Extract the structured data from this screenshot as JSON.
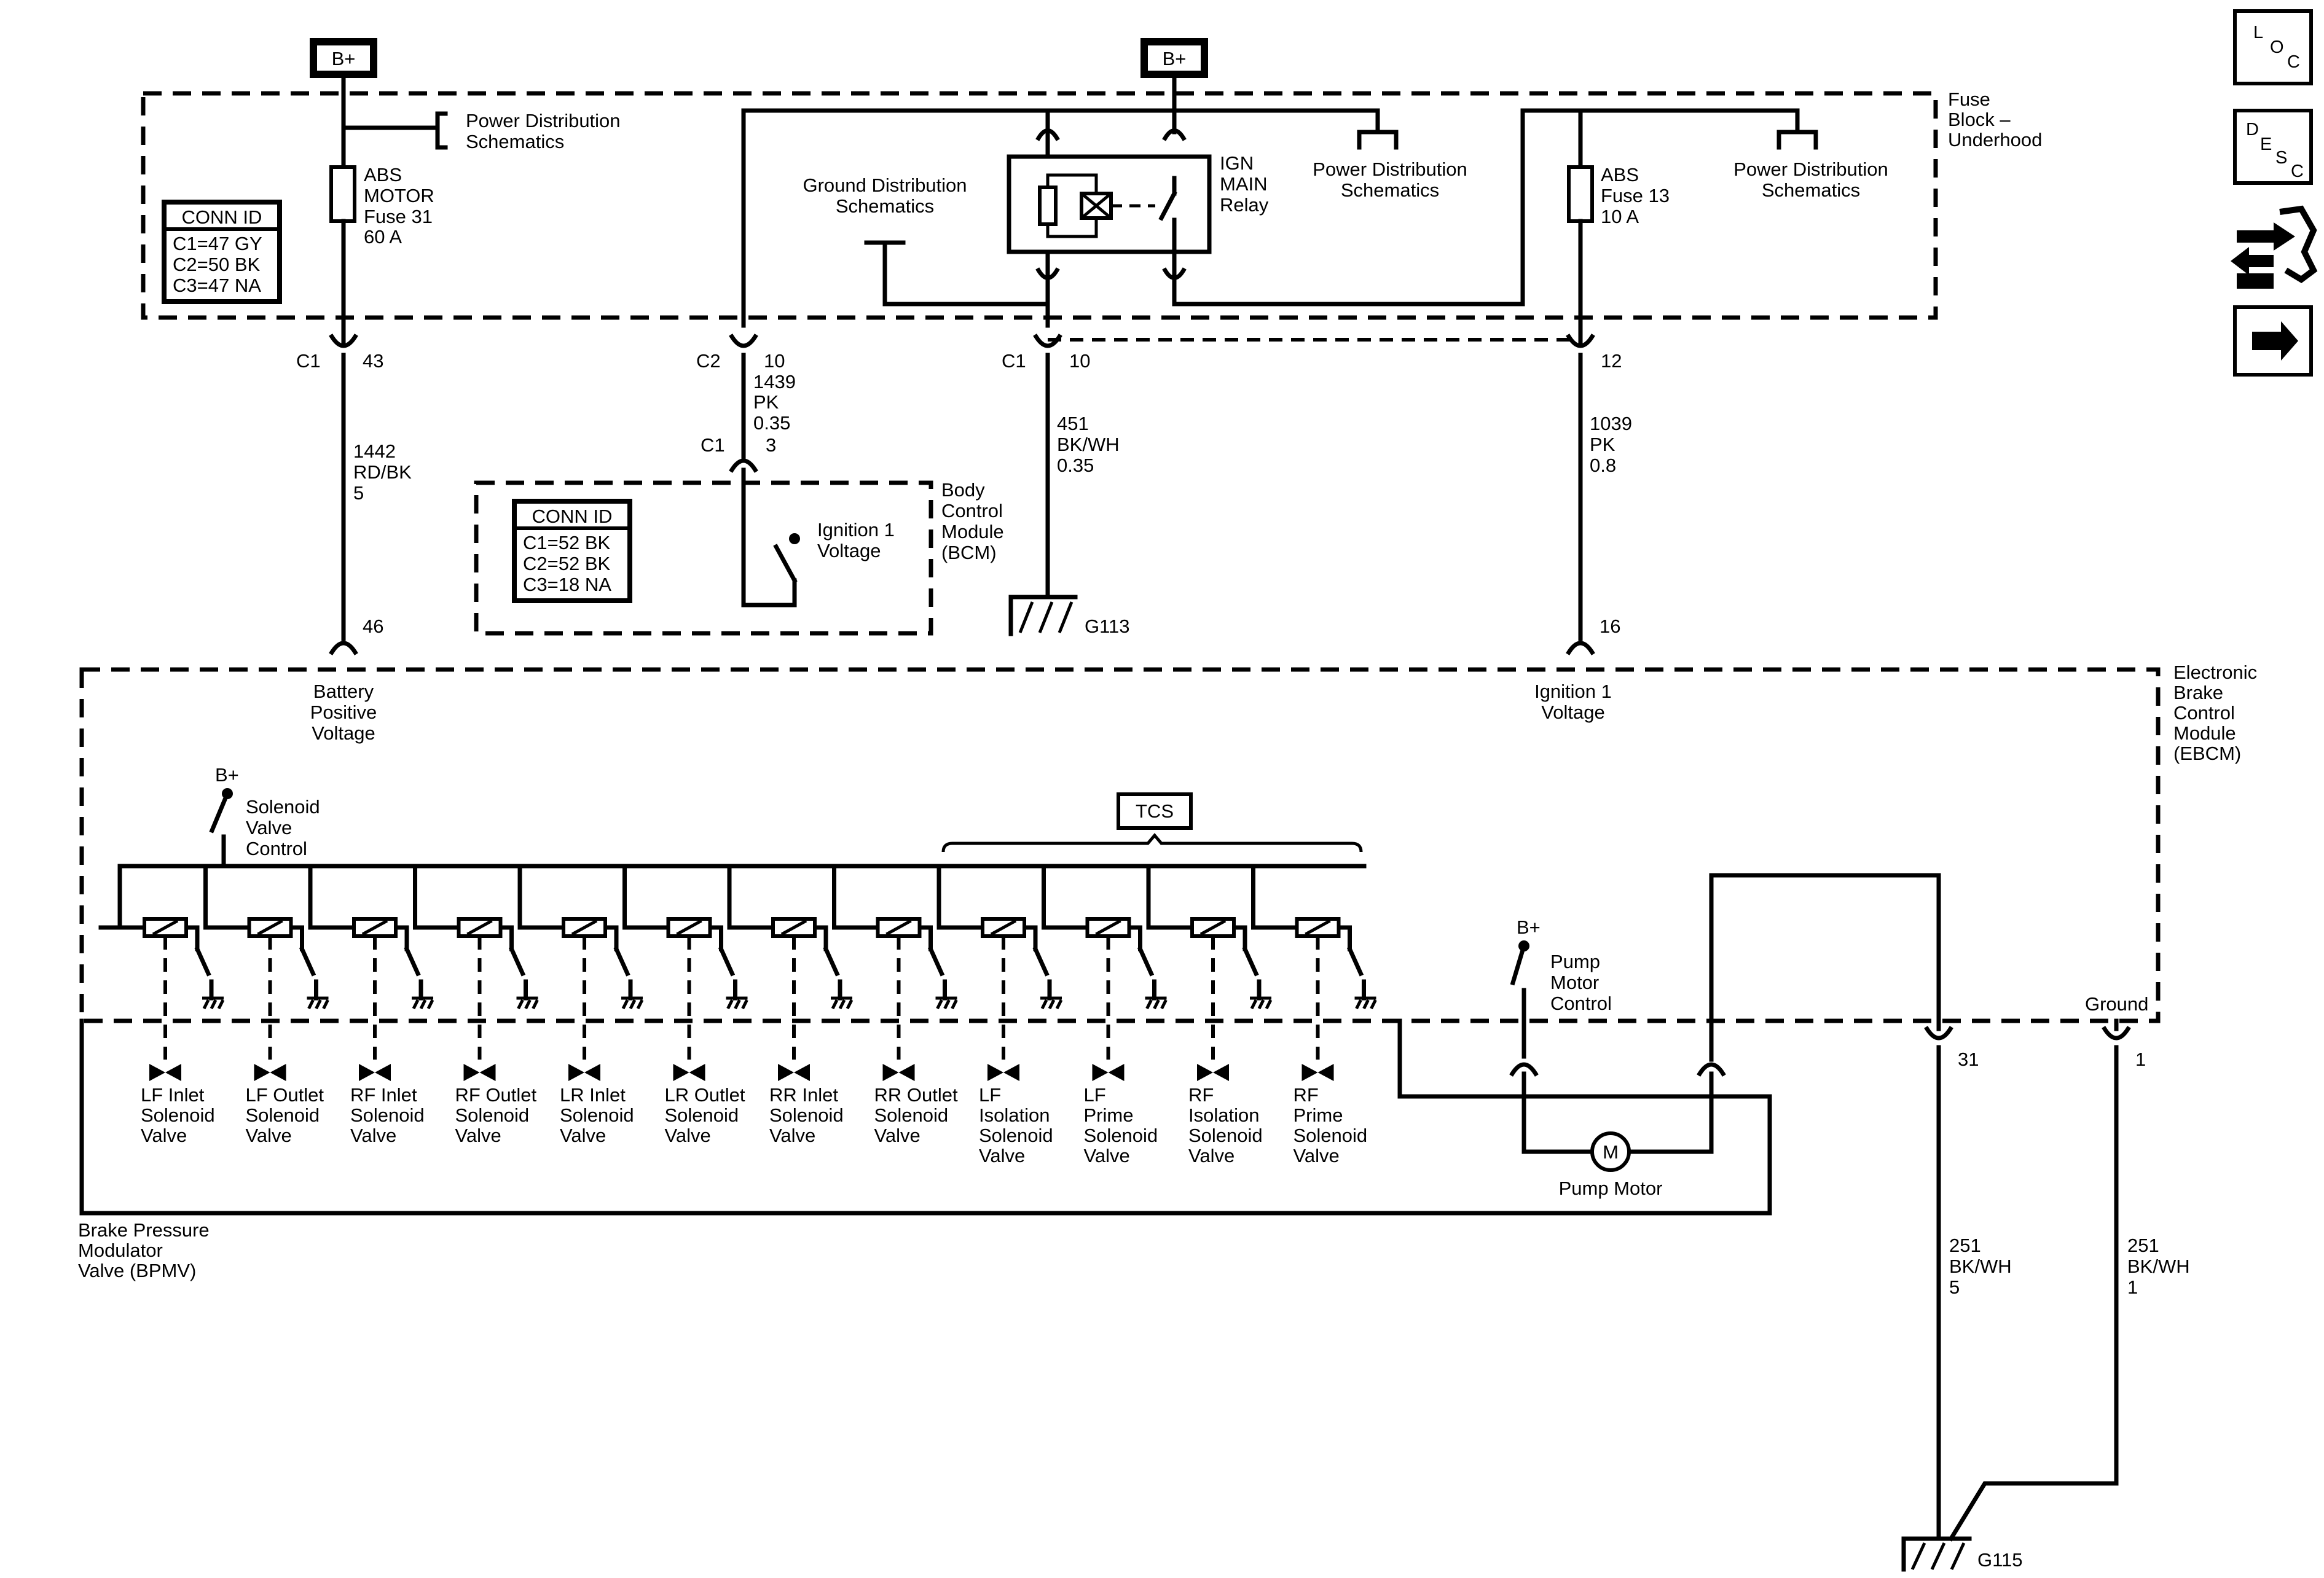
{
  "b_plus": "B+",
  "fuse_block": {
    "title_lines": [
      "Fuse",
      "Block –",
      "Underhood"
    ]
  },
  "power_distribution": {
    "lines": [
      "Power Distribution",
      "Schematics"
    ]
  },
  "ground_distribution": {
    "lines": [
      "Ground Distribution",
      "Schematics"
    ]
  },
  "abs_motor_fuse": {
    "lines": [
      "ABS",
      "MOTOR",
      "Fuse 31",
      "60 A"
    ]
  },
  "abs_fuse_13": {
    "lines": [
      "ABS",
      "Fuse 13",
      "10 A"
    ]
  },
  "ign_main_relay": {
    "lines": [
      "IGN",
      "MAIN",
      "Relay"
    ]
  },
  "conn_id_fuse_block": {
    "title": "CONN ID",
    "rows": [
      "C1=47 GY",
      "C2=50 BK",
      "C3=47 NA"
    ]
  },
  "conn_id_bcm": {
    "title": "CONN ID",
    "rows": [
      "C1=52 BK",
      "C2=52 BK",
      "C3=18 NA"
    ]
  },
  "bcm": {
    "title_lines": [
      "Body",
      "Control",
      "Module",
      "(BCM)"
    ],
    "ignition_lines": [
      "Ignition 1",
      "Voltage"
    ]
  },
  "connectors": {
    "c1": "C1",
    "c2": "C2",
    "p43": "43",
    "p10a": "10",
    "p10b": "10",
    "p12": "12",
    "p3": "3",
    "p46": "46",
    "p16": "16",
    "p31": "31",
    "p1": "1"
  },
  "wires": {
    "w1442": [
      "1442",
      "RD/BK",
      "5"
    ],
    "w1439": [
      "1439",
      "PK",
      "0.35"
    ],
    "w451": [
      "451",
      "BK/WH",
      "0.35"
    ],
    "w1039": [
      "1039",
      "PK",
      "0.8"
    ],
    "w251a": [
      "251",
      "BK/WH",
      "5"
    ],
    "w251b": [
      "251",
      "BK/WH",
      "1"
    ]
  },
  "grounds": {
    "g113": "G113",
    "g115": "G115"
  },
  "ebcm": {
    "title_lines": [
      "Electronic",
      "Brake",
      "Control",
      "Module",
      "(EBCM)"
    ],
    "battery_lines": [
      "Battery",
      "Positive",
      "Voltage"
    ],
    "ignition_lines": [
      "Ignition 1",
      "Voltage"
    ],
    "solenoid_control_lines": [
      "Solenoid",
      "Valve",
      "Control"
    ],
    "pump_control_lines": [
      "Pump",
      "Motor",
      "Control"
    ],
    "ground_label": "Ground",
    "tcs": "TCS"
  },
  "valves": [
    {
      "lines": [
        "LF Inlet",
        "Solenoid",
        "Valve"
      ]
    },
    {
      "lines": [
        "LF Outlet",
        "Solenoid",
        "Valve"
      ]
    },
    {
      "lines": [
        "RF Inlet",
        "Solenoid",
        "Valve"
      ]
    },
    {
      "lines": [
        "RF Outlet",
        "Solenoid",
        "Valve"
      ]
    },
    {
      "lines": [
        "LR Inlet",
        "Solenoid",
        "Valve"
      ]
    },
    {
      "lines": [
        "LR Outlet",
        "Solenoid",
        "Valve"
      ]
    },
    {
      "lines": [
        "RR Inlet",
        "Solenoid",
        "Valve"
      ]
    },
    {
      "lines": [
        "RR Outlet",
        "Solenoid",
        "Valve"
      ]
    },
    {
      "lines": [
        "LF",
        "Isolation",
        "Solenoid",
        "Valve"
      ]
    },
    {
      "lines": [
        "LF",
        "Prime",
        "Solenoid",
        "Valve"
      ]
    },
    {
      "lines": [
        "RF",
        "Isolation",
        "Solenoid",
        "Valve"
      ]
    },
    {
      "lines": [
        "RF",
        "Prime",
        "Solenoid",
        "Valve"
      ]
    }
  ],
  "pump_motor": {
    "symbol": "M",
    "label": "Pump Motor"
  },
  "bpmv": {
    "title_lines": [
      "Brake Pressure",
      "Modulator",
      "Valve (BPMV)"
    ]
  },
  "nav_icons": [
    {
      "name": "loc-icon",
      "letters": [
        "L",
        "O",
        "C"
      ]
    },
    {
      "name": "desc-icon",
      "letters": [
        "D",
        "E",
        "S",
        "C"
      ]
    },
    {
      "name": "connector-tool-icon"
    },
    {
      "name": "next-arrow-icon"
    }
  ]
}
